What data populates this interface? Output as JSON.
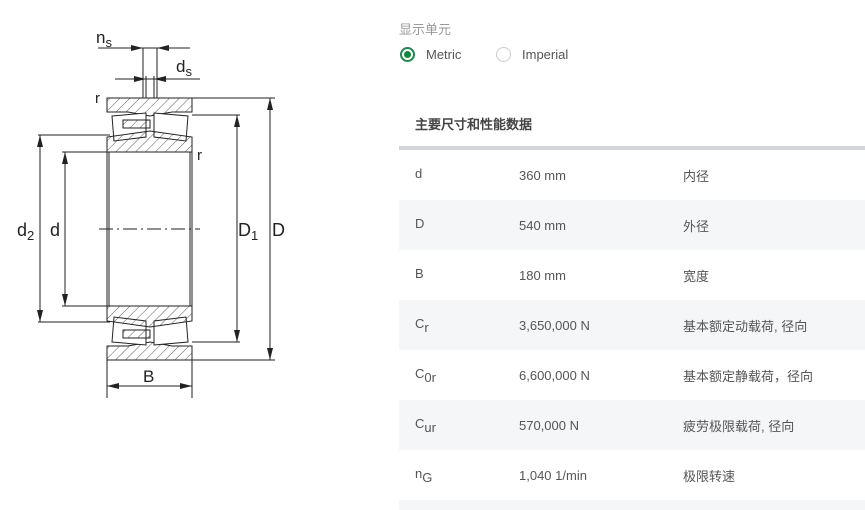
{
  "drawing": {
    "labels": {
      "ns_main": "n",
      "ns_sub": "s",
      "ds_main": "d",
      "ds_sub": "s",
      "r_top": "r",
      "r_inner": "r",
      "d2_main": "d",
      "d2_sub": "2",
      "d": "d",
      "D1_main": "D",
      "D1_sub": "1",
      "D": "D",
      "B": "B"
    }
  },
  "units": {
    "label": "显示单元",
    "options": [
      {
        "label": "Metric",
        "selected": true
      },
      {
        "label": "Imperial",
        "selected": false
      }
    ]
  },
  "accent_color": "#0b8a3c",
  "table": {
    "title": "主要尺寸和性能数据",
    "rows": [
      {
        "symbol": "d",
        "sub": "",
        "value": "360 mm",
        "desc": "内径"
      },
      {
        "symbol": "D",
        "sub": "",
        "value": "540 mm",
        "desc": "外径"
      },
      {
        "symbol": "B",
        "sub": "",
        "value": "180 mm",
        "desc": "宽度"
      },
      {
        "symbol": "C",
        "sub": "r",
        "value": "3,650,000 N",
        "desc": "基本额定动载荷, 径向"
      },
      {
        "symbol": "C",
        "sub": "0r",
        "value": "6,600,000 N",
        "desc": "基本额定静载荷，径向"
      },
      {
        "symbol": "C",
        "sub": "ur",
        "value": "570,000 N",
        "desc": "疲劳极限载荷, 径向"
      },
      {
        "symbol": "n",
        "sub": "G",
        "value": "1,040 1/min",
        "desc": "极限转速"
      }
    ]
  }
}
